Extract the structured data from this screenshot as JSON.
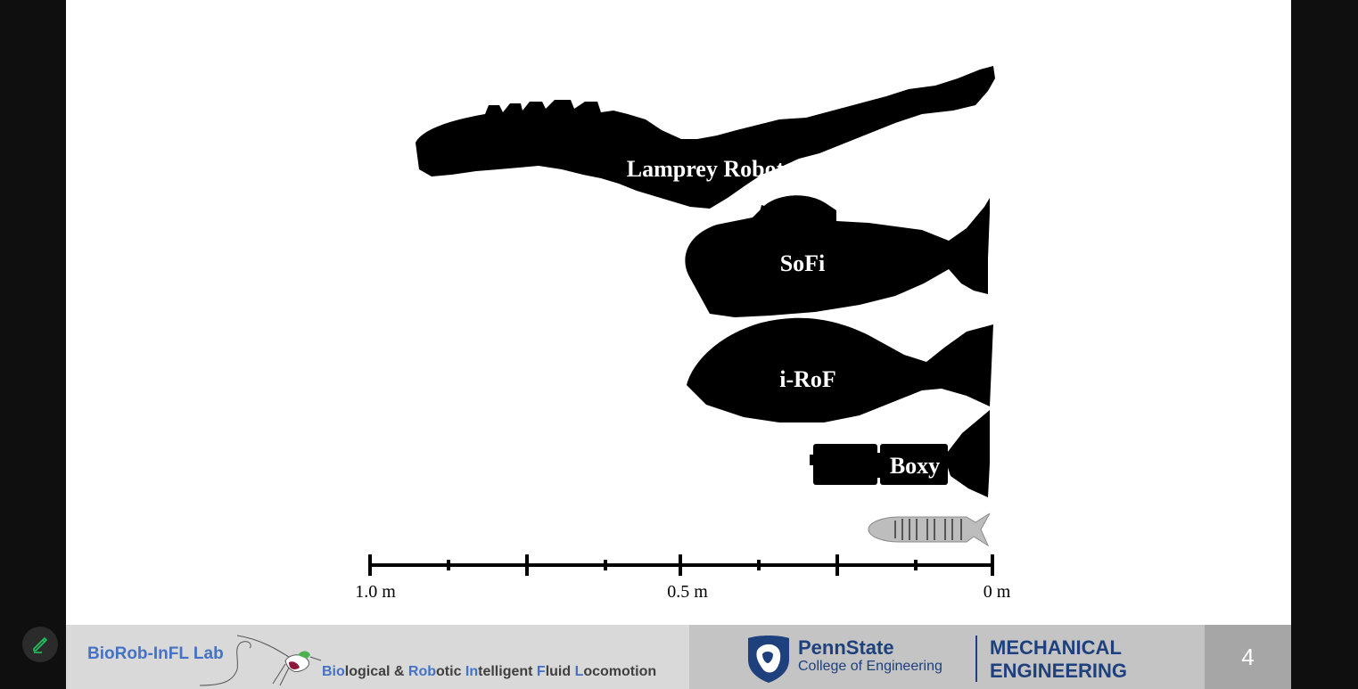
{
  "slide": {
    "robots": [
      {
        "label": "Lamprey Robot"
      },
      {
        "label": "SoFi"
      },
      {
        "label": "i-RoF"
      },
      {
        "label": "Boxy"
      }
    ],
    "scale_bar": {
      "labels": [
        "1.0 m",
        "0.5 m",
        "0 m"
      ]
    }
  },
  "footer": {
    "lab_name": "BioRob-InFL Lab",
    "lab_subtitle_parts": [
      {
        "text": "Bio",
        "highlight": true
      },
      {
        "text": "logical & ",
        "highlight": false
      },
      {
        "text": "Rob",
        "highlight": true
      },
      {
        "text": "otic ",
        "highlight": false
      },
      {
        "text": "In",
        "highlight": true
      },
      {
        "text": "telligent ",
        "highlight": false
      },
      {
        "text": "F",
        "highlight": true
      },
      {
        "text": "luid ",
        "highlight": false
      },
      {
        "text": "L",
        "highlight": true
      },
      {
        "text": "ocomotion",
        "highlight": false
      }
    ],
    "university_name": "PennState",
    "college_name": "College of Engineering",
    "department_line1": "MECHANICAL",
    "department_line2": "ENGINEERING",
    "page_number": "4"
  },
  "colors": {
    "accent": "#4472c4",
    "pennstate_blue": "#1e407c",
    "edit_icon": "#22c55e"
  },
  "icons": {
    "edit_button": "pencil-icon",
    "logo": "nittany-lion-shield-icon",
    "bird": "hummingbird-icon"
  }
}
